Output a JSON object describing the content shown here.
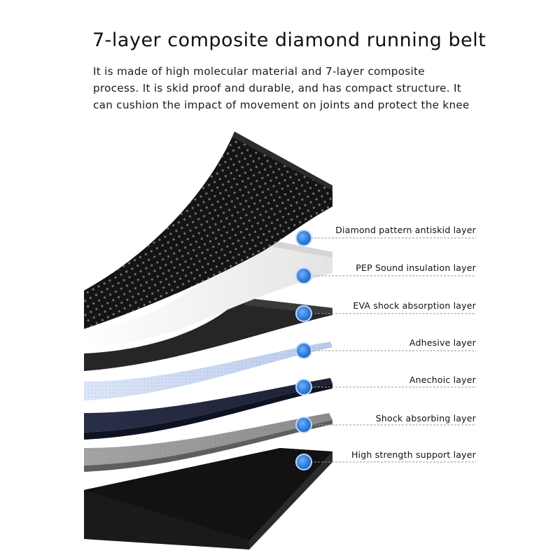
{
  "heading": {
    "title": "7-layer composite diamond running belt",
    "description_lines": [
      "It is made of high molecular material and 7-layer composite",
      "process. It is skid proof and durable, and has compact structure. It",
      "can cushion the impact of movement on joints and protect the knee"
    ]
  },
  "layers": [
    {
      "label": "Diamond pattern antiskid layer"
    },
    {
      "label": "PEP Sound insulation layer"
    },
    {
      "label": "EVA shock absorption layer"
    },
    {
      "label": "Adhesive layer"
    },
    {
      "label": "Anechoic layer"
    },
    {
      "label": "Shock absorbing layer"
    },
    {
      "label": "High strength support layer"
    }
  ],
  "colors": {
    "marker": "#2f7ad6",
    "marker_glow": "#8fc0ff",
    "leader_line": "#9a9a9a"
  }
}
